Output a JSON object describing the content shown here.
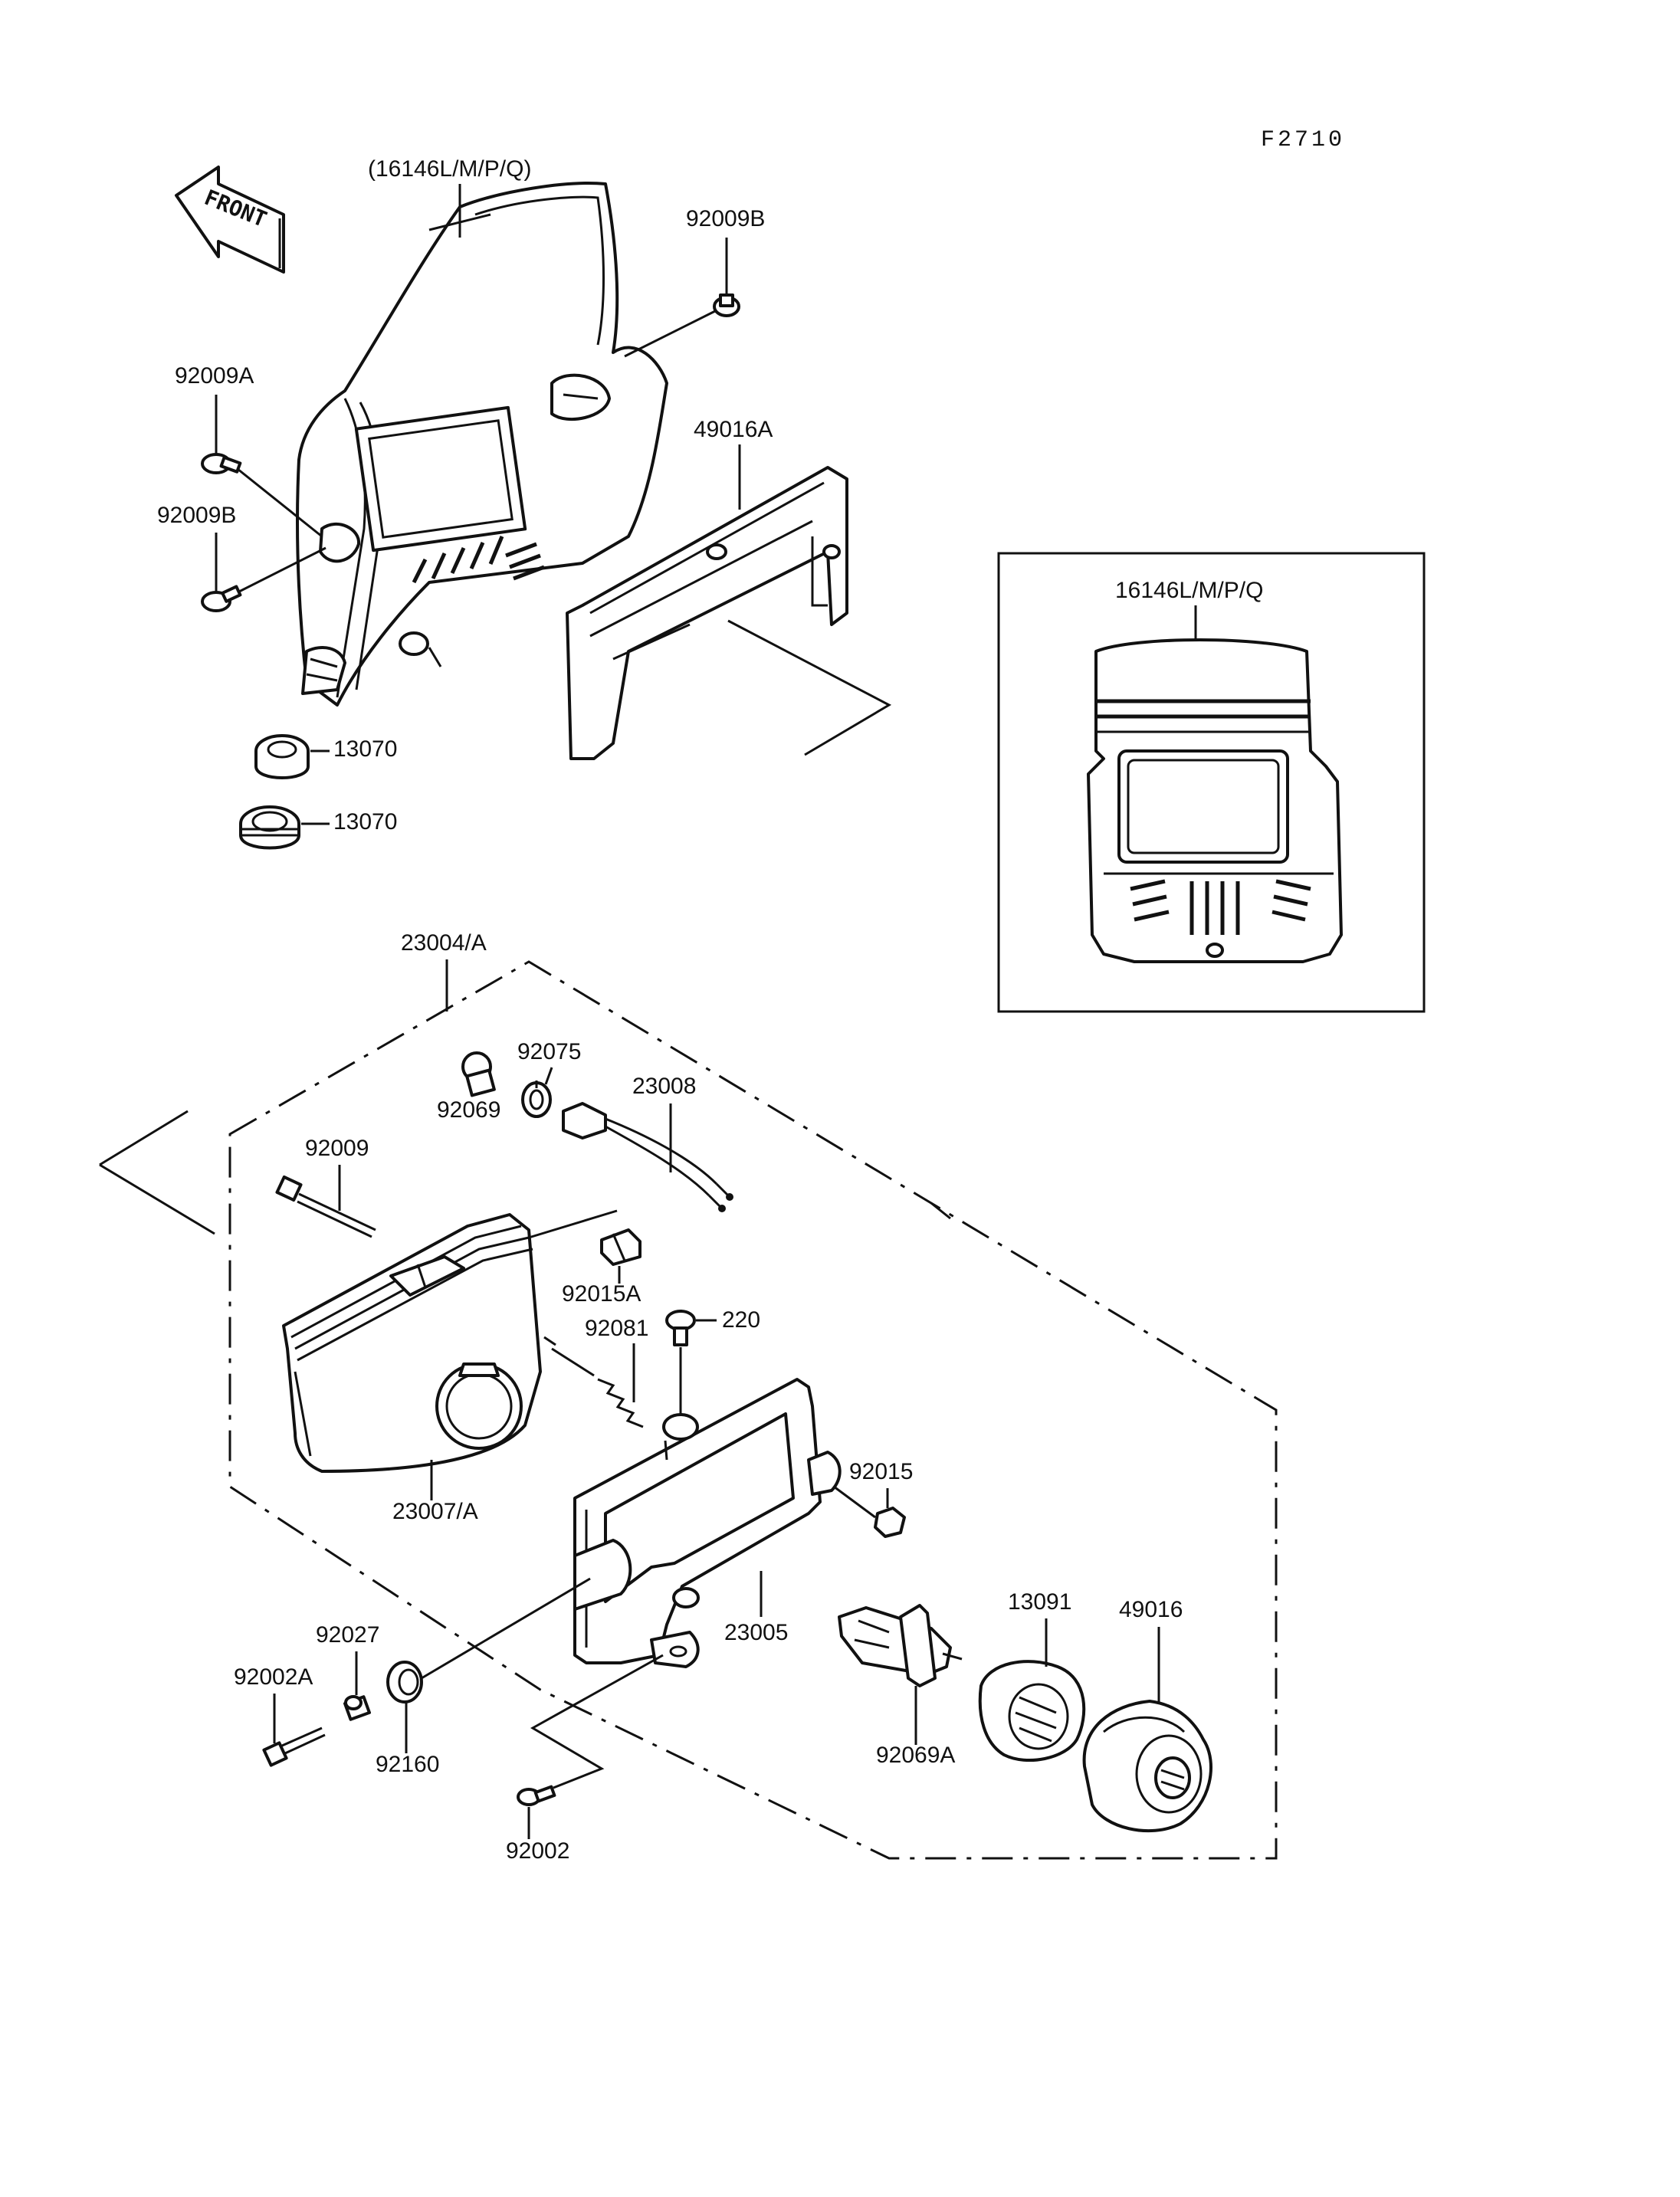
{
  "figure_code": "F2710",
  "front_arrow": "FRONT",
  "labels": {
    "cowl_top": "(16146L/M/P/Q)",
    "cowl_inset": "16146L/M/P/Q",
    "bolt_b_top": "92009B",
    "bolt_a": "92009A",
    "bolt_b_left": "92009B",
    "bracket_top": "49016A",
    "grommet_1": "13070",
    "grommet_2": "13070",
    "assembly": "23004/A",
    "bulb_small": "92069",
    "grommet_small": "92075",
    "socket_wire": "23008",
    "bolt_long": "92009",
    "clip": "92015A",
    "screw_adj": "92081",
    "screw_220": "220",
    "lens_unit": "23007/A",
    "nut": "92015",
    "frame": "23005",
    "boot": "13091",
    "cover": "49016",
    "collar": "92027",
    "bolt_2002a": "92002A",
    "grommet_92160": "92160",
    "bulb_main": "92069A",
    "screw_2002": "92002"
  }
}
